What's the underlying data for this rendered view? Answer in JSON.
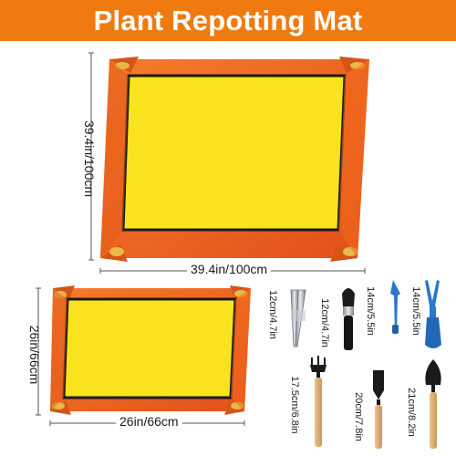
{
  "title": "Plant Repotting Mat",
  "colors": {
    "banner": "#f07a10",
    "mat_yellow": "#f9e31e",
    "mat_orange": "#f26a1b",
    "mat_border": "#1a1a1a"
  },
  "large_mat": {
    "height_label": "39.4in/100cm",
    "width_label": "39.4in/100cm"
  },
  "small_mat": {
    "height_label": "26in/66cm",
    "width_label": "26in/66cm"
  },
  "tools": [
    {
      "name": "tweezers",
      "label": "12cm/4.7in"
    },
    {
      "name": "brush",
      "label": "12cm/4.7in"
    },
    {
      "name": "blue-spatula",
      "label": "14cm/5.5in"
    },
    {
      "name": "blue-fork-scoop",
      "label": "14cm/5.5in"
    },
    {
      "name": "rake",
      "label": "17.5cm/6.8in"
    },
    {
      "name": "spade",
      "label": "20cm/7.8in"
    },
    {
      "name": "trowel",
      "label": "21cm/8.2in"
    }
  ]
}
